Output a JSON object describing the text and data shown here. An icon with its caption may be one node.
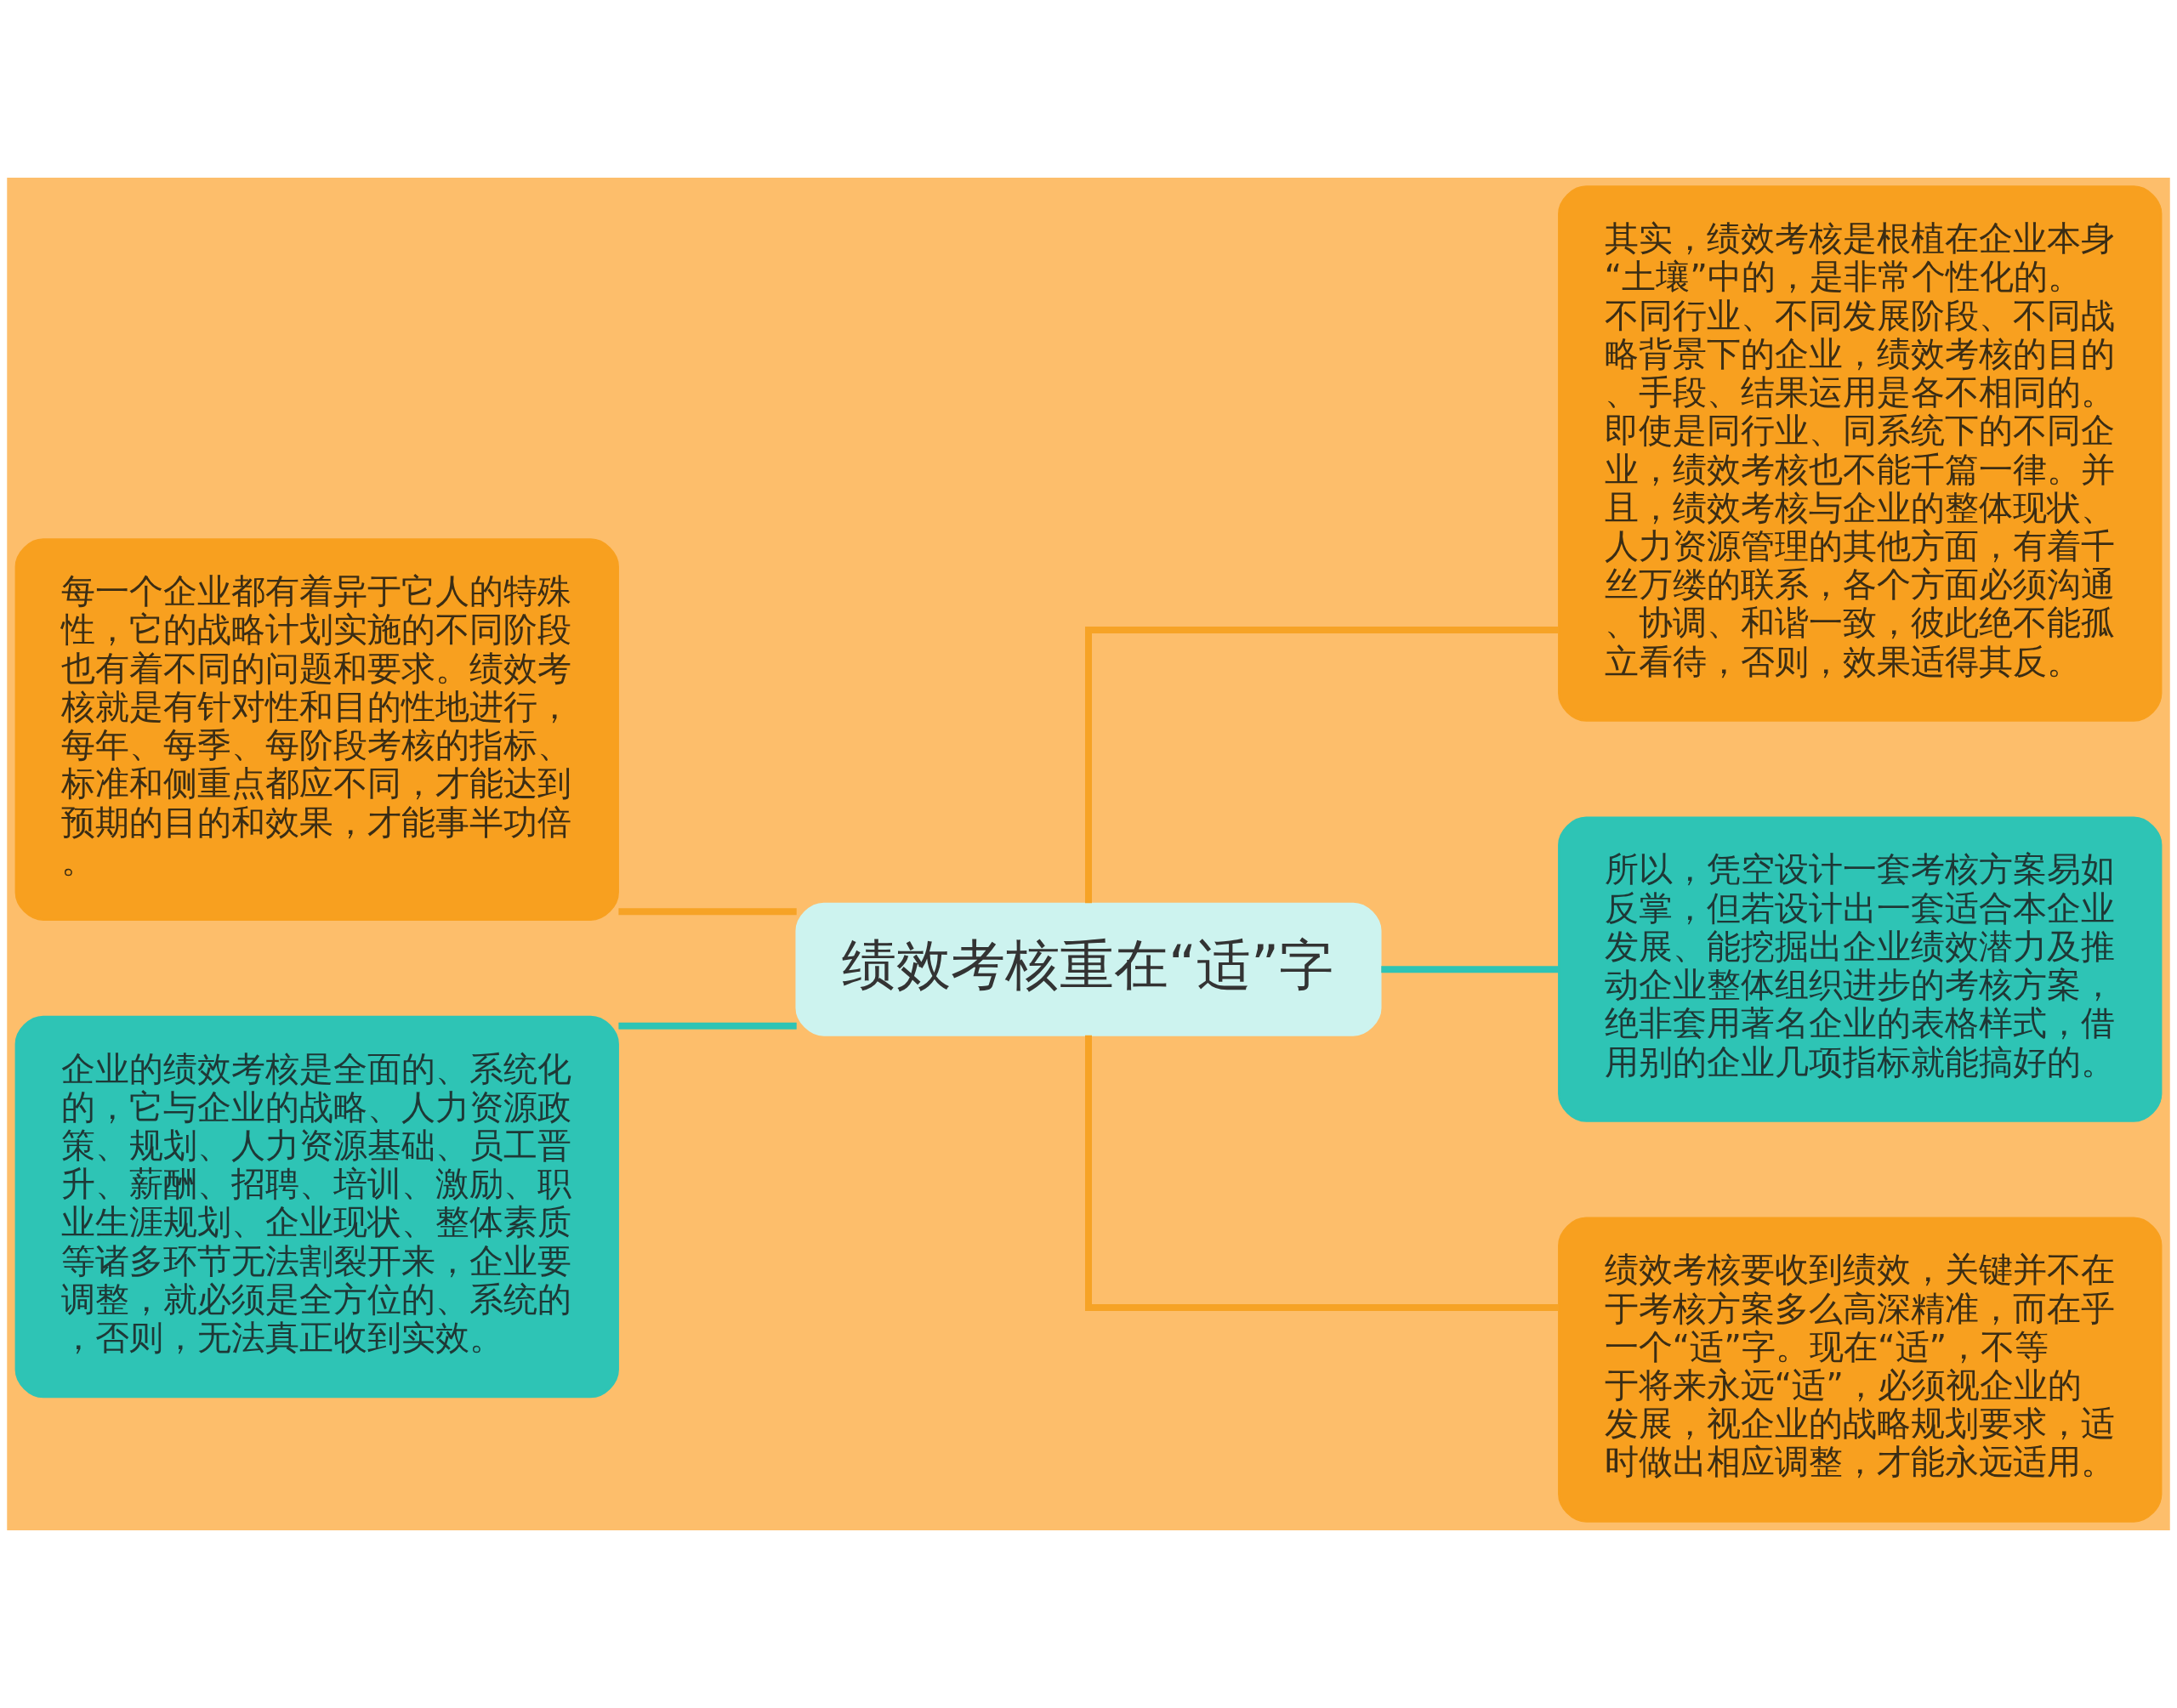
{
  "diagram": {
    "nodes": [
      {
        "text": [
          "绩效考核重在“适”字"
        ]
      },
      {
        "text": [
          "每一个企业都有着异于它人的特殊性，它的战略计划实施的不同阶段也有着不同的问题和要求。绩效考核就是有针对性和目的性地进行，每年、每季、每阶段考核的指标、标准和侧重点都应不同，才能达到预期的目的和效果，才能事半功倍。"
        ]
      },
      {
        "text": [
          "企业的绩效考核是全面的、系统化的，它与企业的战略、人力资源政策、规划、人力资源基础、员工晋升、薪酬、招聘、培训、激励、职业生涯规划、企业现状、整体素质等诸多环节无法割裂开来，企业要调整，就必须是全方位的、系统的，否则，无法真正收到实效。"
        ]
      },
      {
        "text": [
          "其实，绩效考核是根植在企业本身“土壤”中的，是非常个性化的。不同行业、不同发展阶段、不同战略背景下的企业，绩效考核的目的、手段、结果运用是各不相同的。即使是同行业、同系统下的不同企业，绩效考核也不能千篇一律。并且，绩效考核与企业的整体现状、人力资源管理的其他方面，有着千丝万缕的联系，各个方面必须沟通、协调、和谐一致，彼此绝不能孤立看待，否则，效果适得其反。"
        ]
      },
      {
        "text": [
          "所以，凭空设计一套考核方案易如反掌，但若设计出一套适合本企业发展、能挖掘出企业绩效潜力及推动企业整体组织进步的考核方案，绝非套用著名企业的表格样式，借用别的企业几项指标就能搞好的。"
        ]
      },
      {
        "text": [
          "绩效考核要收到绩效，关键并不在于考核方案多么高深精准，而在乎一个“适”字。现在“适”，不等于将来永远“适”，必须视企业的发展，视企业的战略规划要求，适时做出相应调整，才能永远适用。"
        ]
      }
    ],
    "edges": [
      {
        "from": 1,
        "to": 0,
        "arrow": "none"
      },
      {
        "from": 2,
        "to": 0,
        "arrow": "none",
        "color": "#2ec4b5"
      },
      {
        "from": 0,
        "to": 3,
        "arrow": "none"
      },
      {
        "from": 0,
        "to": 4,
        "arrow": "none",
        "color": "#2ec4b5"
      },
      {
        "from": 0,
        "to": 5,
        "arrow": "none"
      }
    ]
  }
}
